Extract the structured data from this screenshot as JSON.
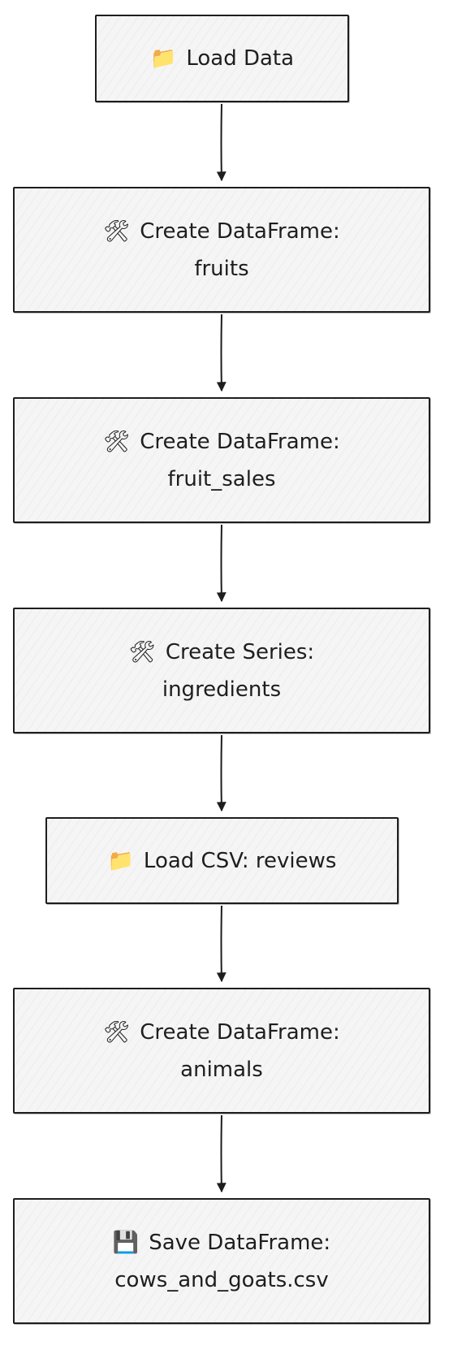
{
  "diagram": {
    "nodes": [
      {
        "icon": "📁",
        "icon_name": "folder-icon",
        "line1": "Load Data",
        "line2": ""
      },
      {
        "icon": "🛠",
        "icon_name": "hammer-and-wrench-icon",
        "line1": "Create DataFrame:",
        "line2": "fruits"
      },
      {
        "icon": "🛠",
        "icon_name": "hammer-and-wrench-icon",
        "line1": "Create DataFrame:",
        "line2": "fruit_sales"
      },
      {
        "icon": "🛠",
        "icon_name": "hammer-and-wrench-icon",
        "line1": "Create Series:",
        "line2": "ingredients"
      },
      {
        "icon": "📁",
        "icon_name": "folder-icon",
        "line1": "Load CSV: reviews",
        "line2": ""
      },
      {
        "icon": "🛠",
        "icon_name": "hammer-and-wrench-icon",
        "line1": "Create DataFrame:",
        "line2": "animals"
      },
      {
        "icon": "💾",
        "icon_name": "floppy-disk-icon",
        "line1": "Save DataFrame:",
        "line2": "cows_and_goats.csv"
      }
    ],
    "edge_color": "#1e1e1e",
    "node_fill": "#f5f5f5"
  }
}
